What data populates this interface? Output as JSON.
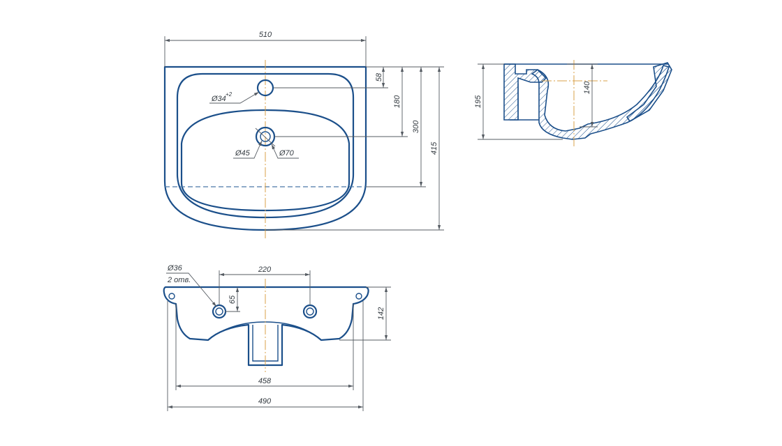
{
  "drawing": {
    "top_view": {
      "overall_width": "510",
      "tap_hole_offset": "58",
      "tap_hole_to_drain": "180",
      "bowl_depth": "300",
      "overall_depth": "415",
      "tap_hole_diameter": "Ø34",
      "tap_hole_tolerance": "+2",
      "drain_inner_diameter": "Ø45",
      "drain_outer_diameter": "Ø70"
    },
    "side_view": {
      "overall_height": "195",
      "bowl_height": "140"
    },
    "back_view": {
      "mount_hole_diameter": "Ø36",
      "mount_hole_count": "2 отв.",
      "mount_hole_spacing": "220",
      "mount_hole_height": "65",
      "rim_height": "142",
      "inner_width": "458",
      "outer_width": "490"
    }
  },
  "colors": {
    "outline": "#1b4f8a",
    "dimension": "#555b62",
    "centerline": "#d8a24a"
  }
}
